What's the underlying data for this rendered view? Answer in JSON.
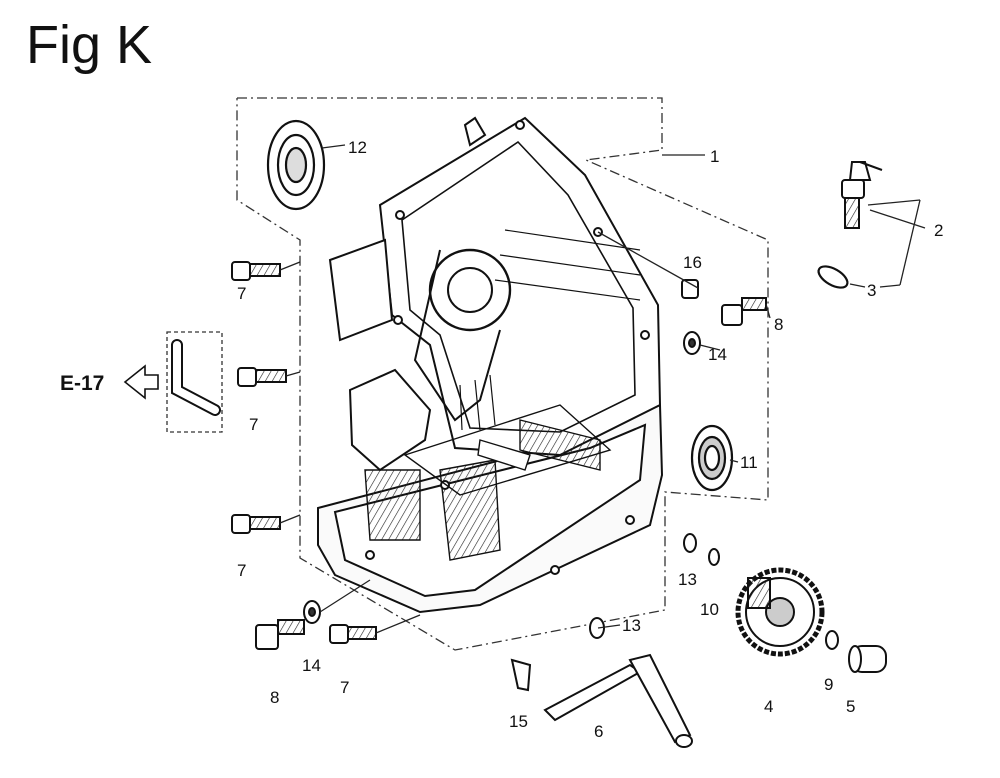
{
  "figure": {
    "title": "Fig K",
    "reference": "E-17"
  },
  "callouts": [
    {
      "id": "c1",
      "text": "1"
    },
    {
      "id": "c2",
      "text": "2"
    },
    {
      "id": "c3",
      "text": "3"
    },
    {
      "id": "c4",
      "text": "4"
    },
    {
      "id": "c5",
      "text": "5"
    },
    {
      "id": "c6",
      "text": "6"
    },
    {
      "id": "c7a",
      "text": "7"
    },
    {
      "id": "c7b",
      "text": "7"
    },
    {
      "id": "c7c",
      "text": "7"
    },
    {
      "id": "c7d",
      "text": "7"
    },
    {
      "id": "c8a",
      "text": "8"
    },
    {
      "id": "c8b",
      "text": "8"
    },
    {
      "id": "c9",
      "text": "9"
    },
    {
      "id": "c10",
      "text": "10"
    },
    {
      "id": "c11",
      "text": "11"
    },
    {
      "id": "c12",
      "text": "12"
    },
    {
      "id": "c13a",
      "text": "13"
    },
    {
      "id": "c13b",
      "text": "13"
    },
    {
      "id": "c14a",
      "text": "14"
    },
    {
      "id": "c14b",
      "text": "14"
    },
    {
      "id": "c15",
      "text": "15"
    },
    {
      "id": "c16",
      "text": "16"
    }
  ]
}
